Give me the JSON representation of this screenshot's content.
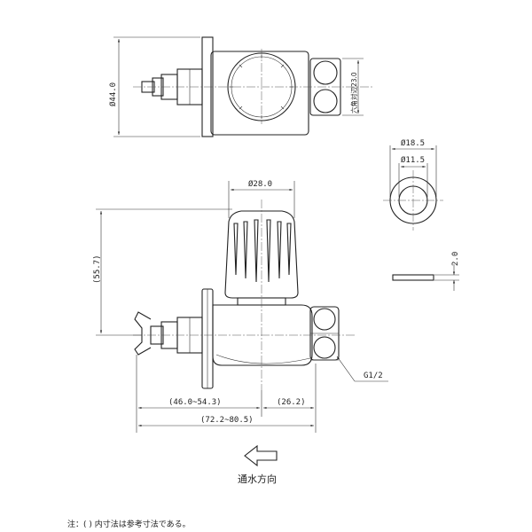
{
  "dimensions": {
    "top_height": "Ø44.0",
    "top_hex": "六角対辺23.0",
    "washer_outer": "Ø18.5",
    "washer_inner": "Ø11.5",
    "handle_dia": "Ø28.0",
    "height": "(55.7)",
    "washer_thick": "2.0",
    "left_length": "(46.0~54.3)",
    "right_length": "(26.2)",
    "total_length": "(72.2~80.5)",
    "thread": "G1/2"
  },
  "flow_label": "通水方向",
  "note": "注：( ) 内寸法は参考寸法である。"
}
